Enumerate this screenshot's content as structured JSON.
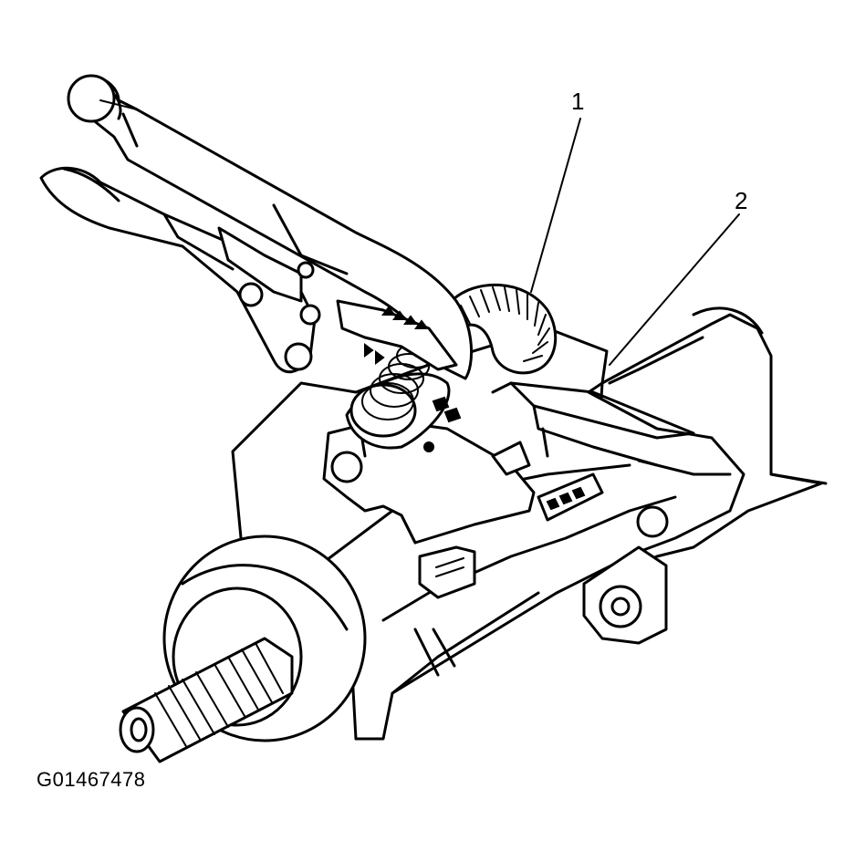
{
  "figure": {
    "id": "G01467478",
    "callouts": [
      {
        "number": "1"
      },
      {
        "number": "2"
      }
    ]
  },
  "colors": {
    "ink": "#000000",
    "background": "#ffffff"
  }
}
